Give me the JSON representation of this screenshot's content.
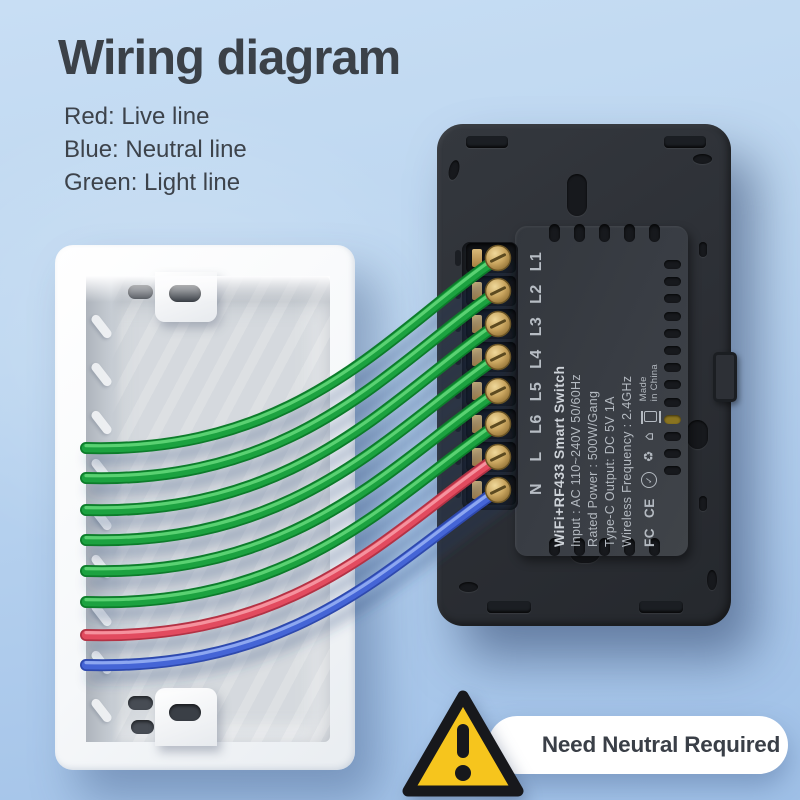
{
  "page": {
    "title": "Wiring diagram"
  },
  "legend": {
    "items": [
      {
        "text": "Red: Live line",
        "wire_color_hex": "#e24b5e"
      },
      {
        "text": "Blue: Neutral line",
        "wire_color_hex": "#4465d6"
      },
      {
        "text": "Green: Light line",
        "wire_color_hex": "#1ba23f"
      }
    ]
  },
  "device": {
    "terminal_labels": [
      "N",
      "L",
      "L6",
      "L5",
      "L4",
      "L3",
      "L2",
      "L1"
    ],
    "info": {
      "product_line": "WiFi+RF433 Smart Switch",
      "specs": [
        "Input : AC 110~240V  50/60Hz",
        "Rated Power : 500W/Gang",
        "Type-C Output: DC 5V 1A",
        "Wireless Frequency : 2.4GHz"
      ],
      "made_in_line1": "Made",
      "made_in_line2": "in China",
      "cert_marks": [
        {
          "name": "fcc-mark",
          "glyph": "FC"
        },
        {
          "name": "ce-mark",
          "glyph": "CE"
        },
        {
          "name": "cert-check-mark",
          "glyph": "✓"
        },
        {
          "name": "recycle-mark",
          "glyph": "♻"
        },
        {
          "name": "house-mark",
          "glyph": "⌂"
        },
        {
          "name": "weee-bin-mark",
          "glyph": ""
        }
      ]
    }
  },
  "wires": {
    "palette": {
      "green": {
        "base": "#1ba23f",
        "dark": "#0e7c2c",
        "light": "#5ad172"
      },
      "red": {
        "base": "#e24b5e",
        "dark": "#b23344",
        "light": "#f5929e"
      },
      "blue": {
        "base": "#4465d6",
        "dark": "#2f49ad",
        "light": "#8da7f0"
      }
    },
    "connections": [
      {
        "terminal": "L1",
        "color": "green"
      },
      {
        "terminal": "L2",
        "color": "green"
      },
      {
        "terminal": "L3",
        "color": "green"
      },
      {
        "terminal": "L4",
        "color": "green"
      },
      {
        "terminal": "L5",
        "color": "green"
      },
      {
        "terminal": "L6",
        "color": "green"
      },
      {
        "terminal": "L",
        "color": "red"
      },
      {
        "terminal": "N",
        "color": "blue"
      }
    ],
    "screw_color": "#c9a55f"
  },
  "warning": {
    "text": "Need Neutral Required",
    "triangle_color": "#F6C51D"
  }
}
